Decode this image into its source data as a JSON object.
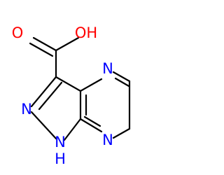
{
  "diagram": {
    "type": "chemical-structure",
    "colors": {
      "bond": "#000000",
      "oxygen": "#ff0000",
      "nitrogen": "#0000ff",
      "background": "#ffffff"
    },
    "labels": {
      "oxygen_double": "O",
      "hydroxyl": "OH",
      "n_ring_top": "N",
      "n_ring_bottom": "N",
      "n_pyrazole": "N",
      "nh_n": "N",
      "nh_h": "H"
    }
  }
}
